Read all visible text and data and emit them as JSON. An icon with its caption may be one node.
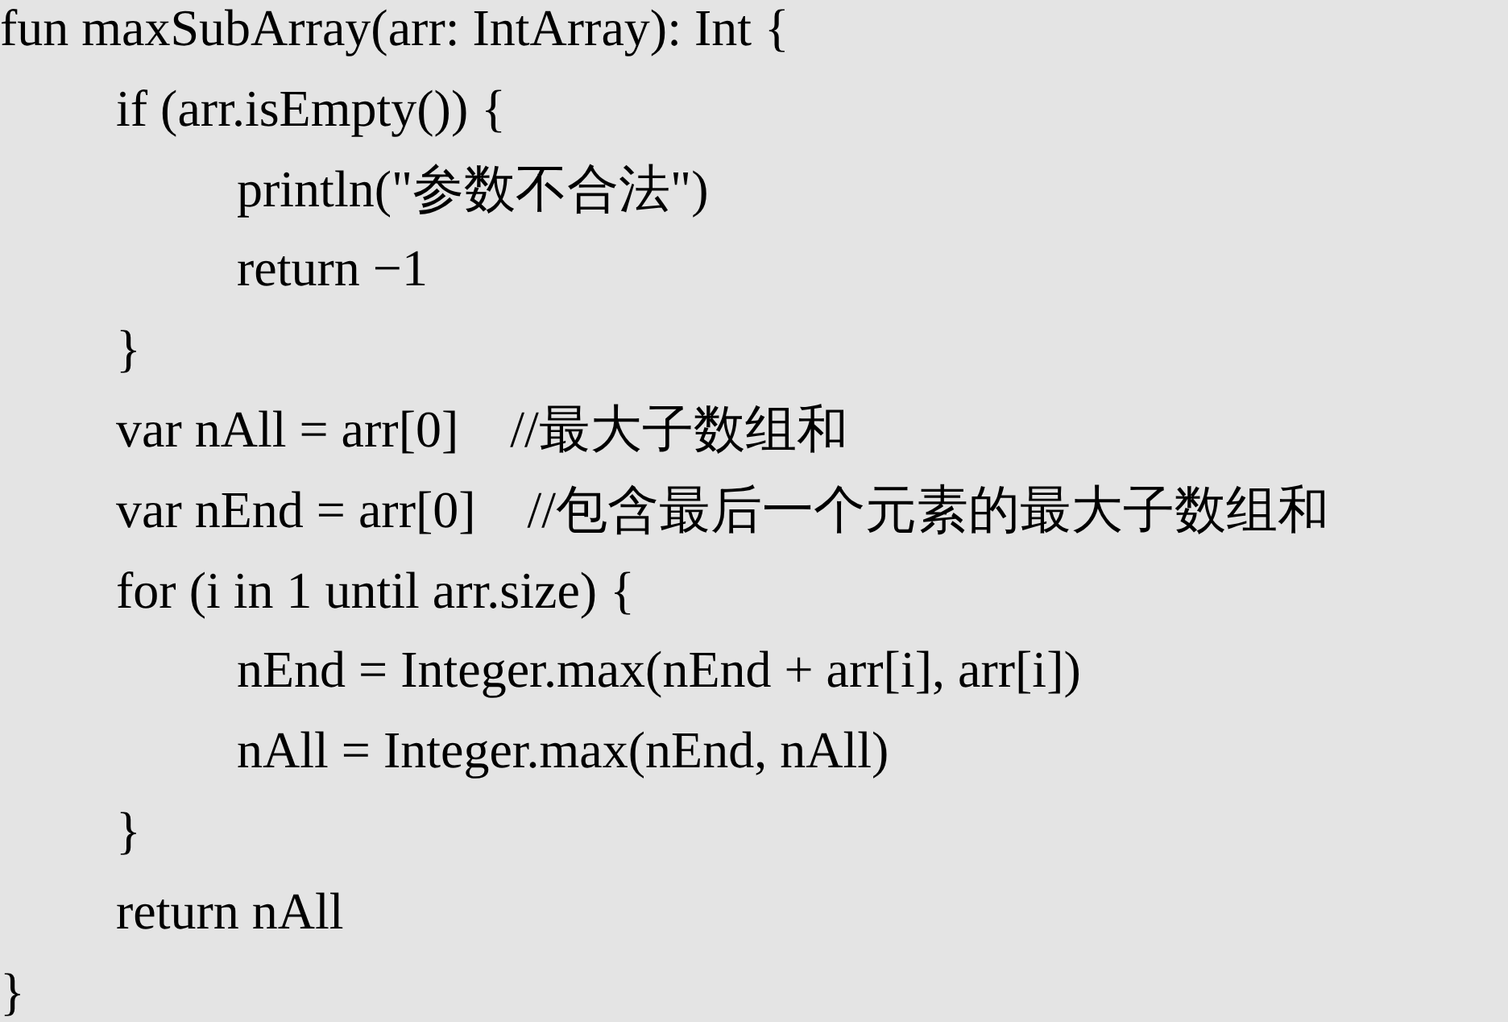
{
  "diagram": {
    "labels": [
      "fun maxSubArray(arr: IntArray): Int {",
      "if (arr.isEmpty()) {",
      "println(\"参数不合法\")",
      "return −1",
      "}",
      "var nAll = arr[0]    //最大子数组和",
      "var nEnd = arr[0]    //包含最后一个元素的最大子数组和",
      "for (i in 1 until arr.size) {",
      "nEnd = Integer.max(nEnd + arr[i], arr[i])",
      "nAll = Integer.max(nEnd, nAll)",
      "}",
      "return nAll",
      "}"
    ]
  }
}
